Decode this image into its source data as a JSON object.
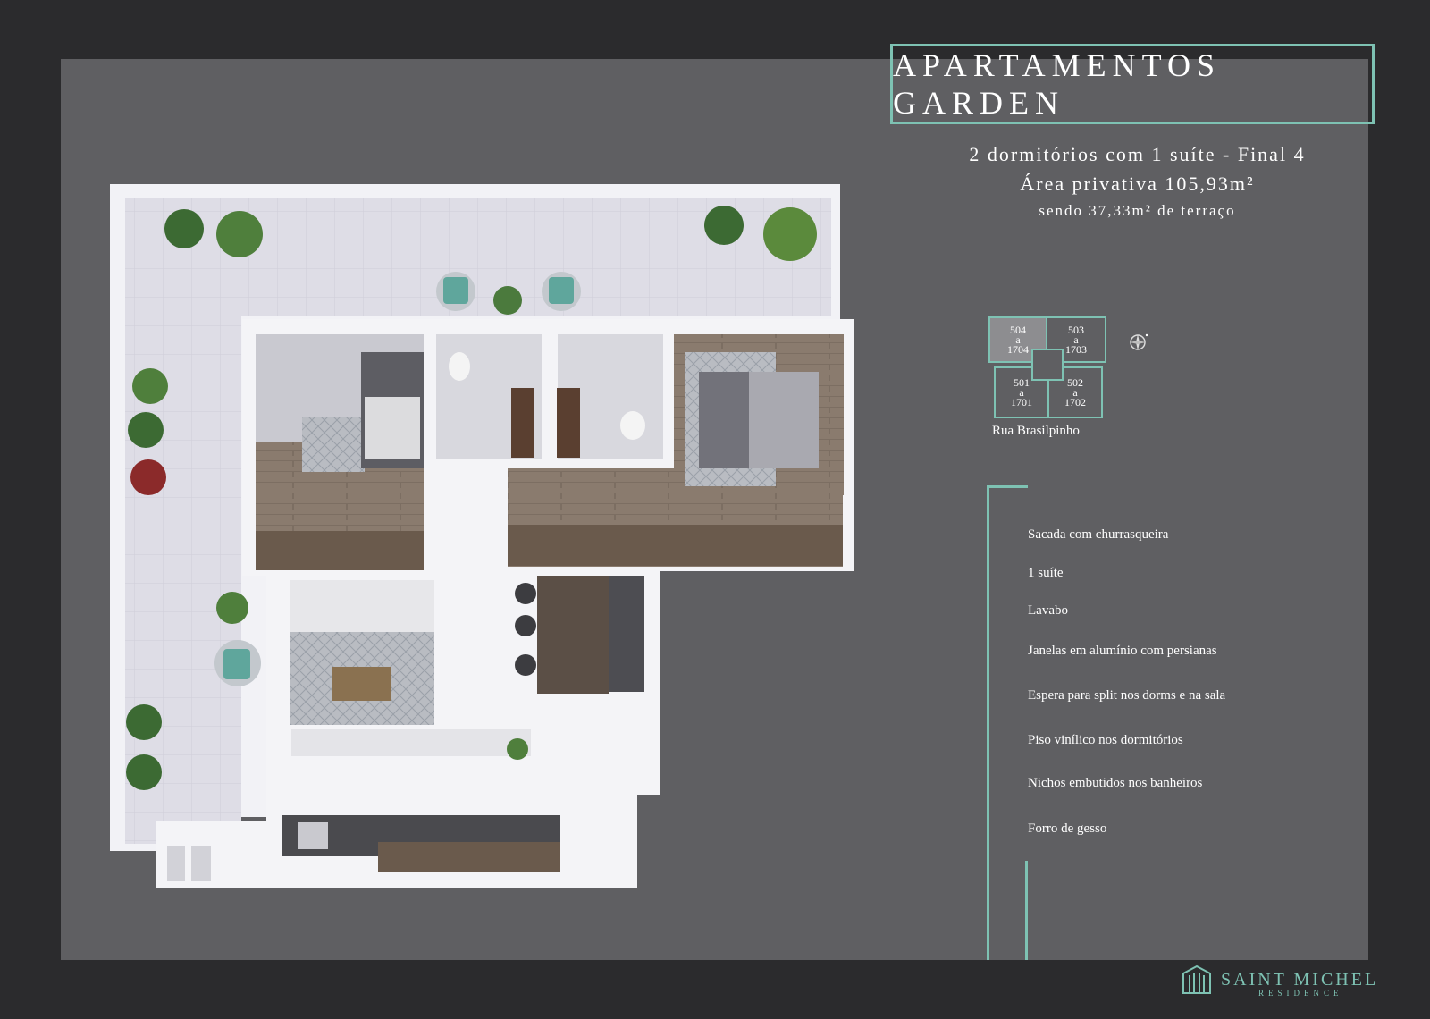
{
  "title": "APARTAMENTOS GARDEN",
  "subtitle": {
    "line1": "2 dormitórios com 1 suíte - Final 4",
    "line2": "Área privativa 105,93m²",
    "line3": "sendo 37,33m² de terraço"
  },
  "keyplan": {
    "units": [
      {
        "num": "504",
        "sep": "a",
        "to": "1704",
        "active": true
      },
      {
        "num": "503",
        "sep": "a",
        "to": "1703",
        "active": false
      },
      {
        "num": "501",
        "sep": "a",
        "to": "1701",
        "active": false
      },
      {
        "num": "502",
        "sep": "a",
        "to": "1702",
        "active": false
      }
    ],
    "street": "Rua Brasilpinho"
  },
  "features": [
    "Sacada com churrasqueira",
    "1 suíte",
    "Lavabo",
    "Janelas em alumínio com persianas",
    "Espera para split nos dorms e na sala",
    "Piso vinílico nos dormitórios",
    "Nichos embutidos nos banheiros",
    "Forro de gesso"
  ],
  "logo": {
    "name": "SAINT MICHEL",
    "sub": "RESIDENCE"
  },
  "colors": {
    "accent": "#7ec2b3",
    "panel": "#5f5f62",
    "background": "#2b2b2d"
  }
}
